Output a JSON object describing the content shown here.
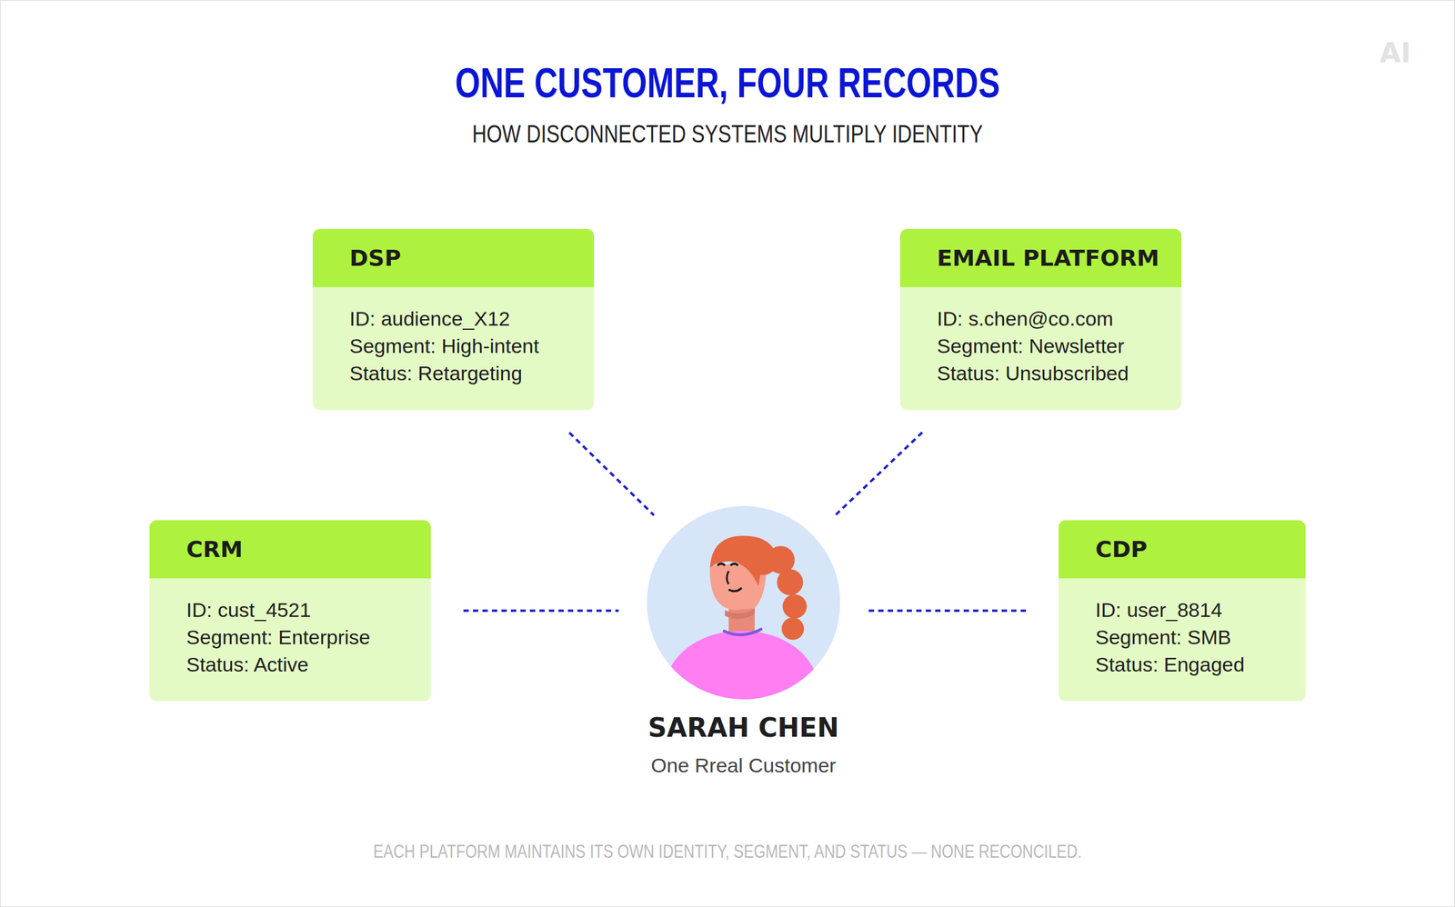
{
  "diagram": {
    "title": "ONE CUSTOMER, FOUR RECORDS",
    "caption": "EACH PLATFORM MAINTAINS ITS OWN IDENTITY, SEGMENT, AND STATUS — NONE RECONCILED.",
    "nodes": [
      {
        "text": [
          "DSP",
          "ID: audience_X12",
          "Segment: High-intent",
          "Status: Retargeting"
        ]
      },
      {
        "text": [
          "EMAIL PLATFORM",
          "ID: s.chen@co.com",
          "Segment: Newsletter",
          "Status: Unsubscribed"
        ]
      },
      {
        "text": [
          "CRM",
          "ID: cust_4521",
          "Segment: Enterprise",
          "Status: Active"
        ]
      },
      {
        "text": [
          "SARAH CHEN",
          "One Rreal Customer"
        ]
      },
      {
        "text": [
          "CDP",
          "ID: user_8814",
          "Segment: SMB",
          "Status: Engaged"
        ]
      }
    ],
    "edges": [
      {
        "from": 0,
        "to": 3,
        "arrow": "none"
      },
      {
        "from": 1,
        "to": 3,
        "arrow": "none"
      },
      {
        "from": 2,
        "to": 3,
        "arrow": "none"
      },
      {
        "from": 4,
        "to": 3,
        "arrow": "none"
      }
    ],
    "labels": [
      "HOW DISCONNECTED SYSTEMS MULTIPLY IDENTITY",
      "AI"
    ]
  }
}
